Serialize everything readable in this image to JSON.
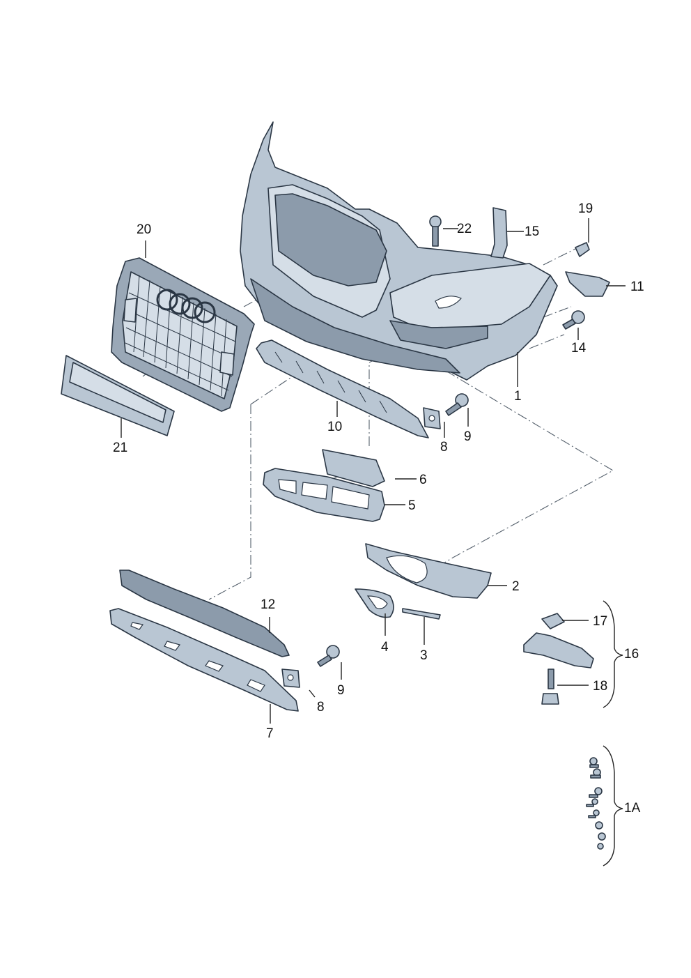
{
  "callouts": {
    "c1": "1",
    "c1a": "1A",
    "c2": "2",
    "c3": "3",
    "c4": "4",
    "c5": "5",
    "c6": "6",
    "c7": "7",
    "c8a": "8",
    "c8b": "8",
    "c9a": "9",
    "c9b": "9",
    "c10": "10",
    "c11": "11",
    "c12": "12",
    "c14": "14",
    "c15": "15",
    "c16": "16",
    "c17": "17",
    "c18": "18",
    "c19": "19",
    "c20": "20",
    "c21": "21",
    "c22": "22"
  },
  "colors": {
    "part_fill": "#b9c6d3",
    "part_stroke": "#2a3644",
    "background": "#ffffff"
  }
}
